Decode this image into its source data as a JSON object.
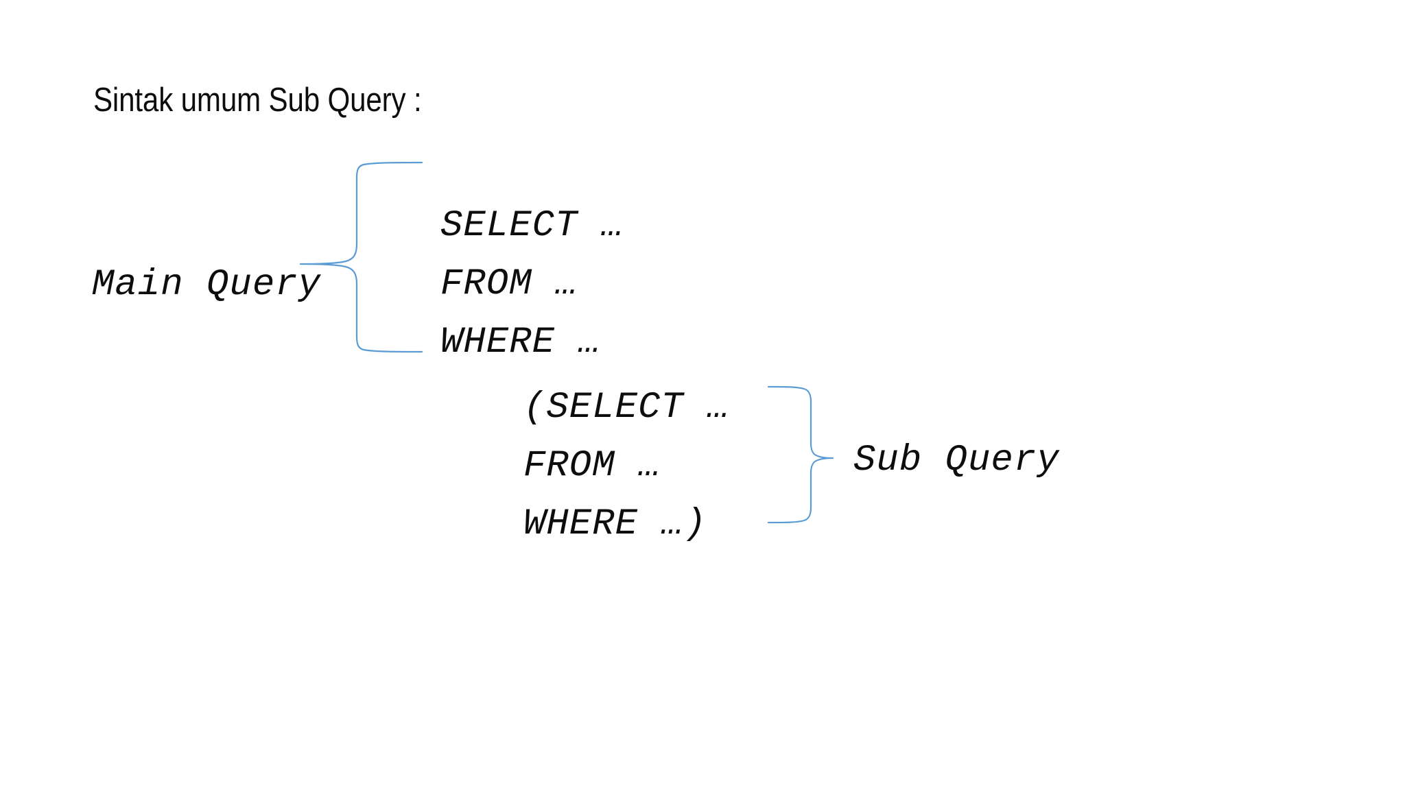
{
  "slide": {
    "title": "Sintak umum Sub Query :",
    "background_color": "#ffffff",
    "text_color": "#0d0d0d",
    "brace_color": "#5b9bd5"
  },
  "main_query": {
    "label": "Main Query",
    "lines": [
      "SELECT …",
      "FROM …",
      "WHERE …"
    ]
  },
  "sub_query": {
    "label": "Sub Query",
    "lines": [
      "(SELECT …",
      "FROM …",
      "WHERE …)"
    ]
  },
  "icons": {
    "main_brace": "left-curly-brace-icon",
    "sub_brace": "right-curly-brace-icon"
  }
}
